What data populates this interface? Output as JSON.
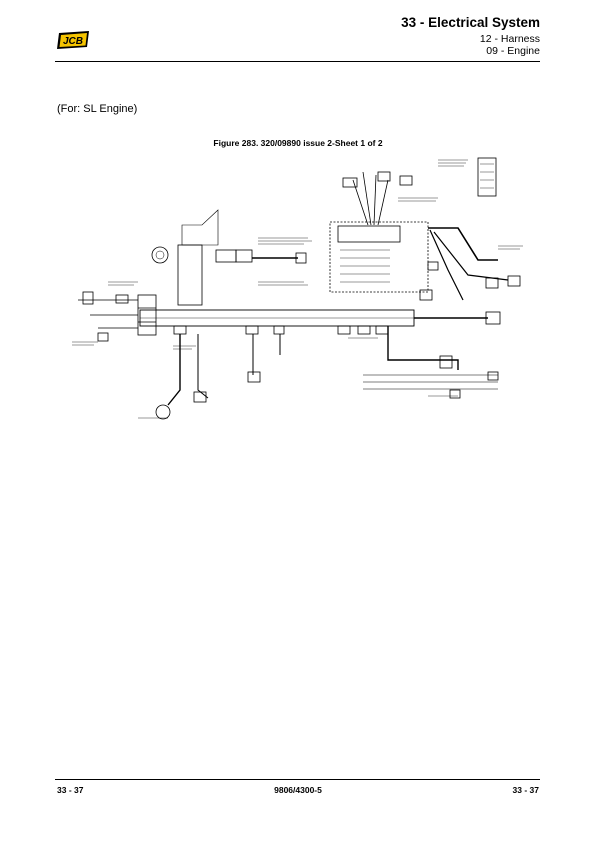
{
  "header": {
    "logo_text": "JCB",
    "title": "33 - Electrical System",
    "subtitle_1": "12 - Harness",
    "subtitle_2": "09 - Engine"
  },
  "content": {
    "note": "(For: SL Engine)",
    "figure_caption": "Figure 283. 320/09890 issue 2-Sheet 1 of 2"
  },
  "footer": {
    "page_left": "33 - 37",
    "document_number": "9806/4300-5",
    "page_right": "33 - 37"
  }
}
